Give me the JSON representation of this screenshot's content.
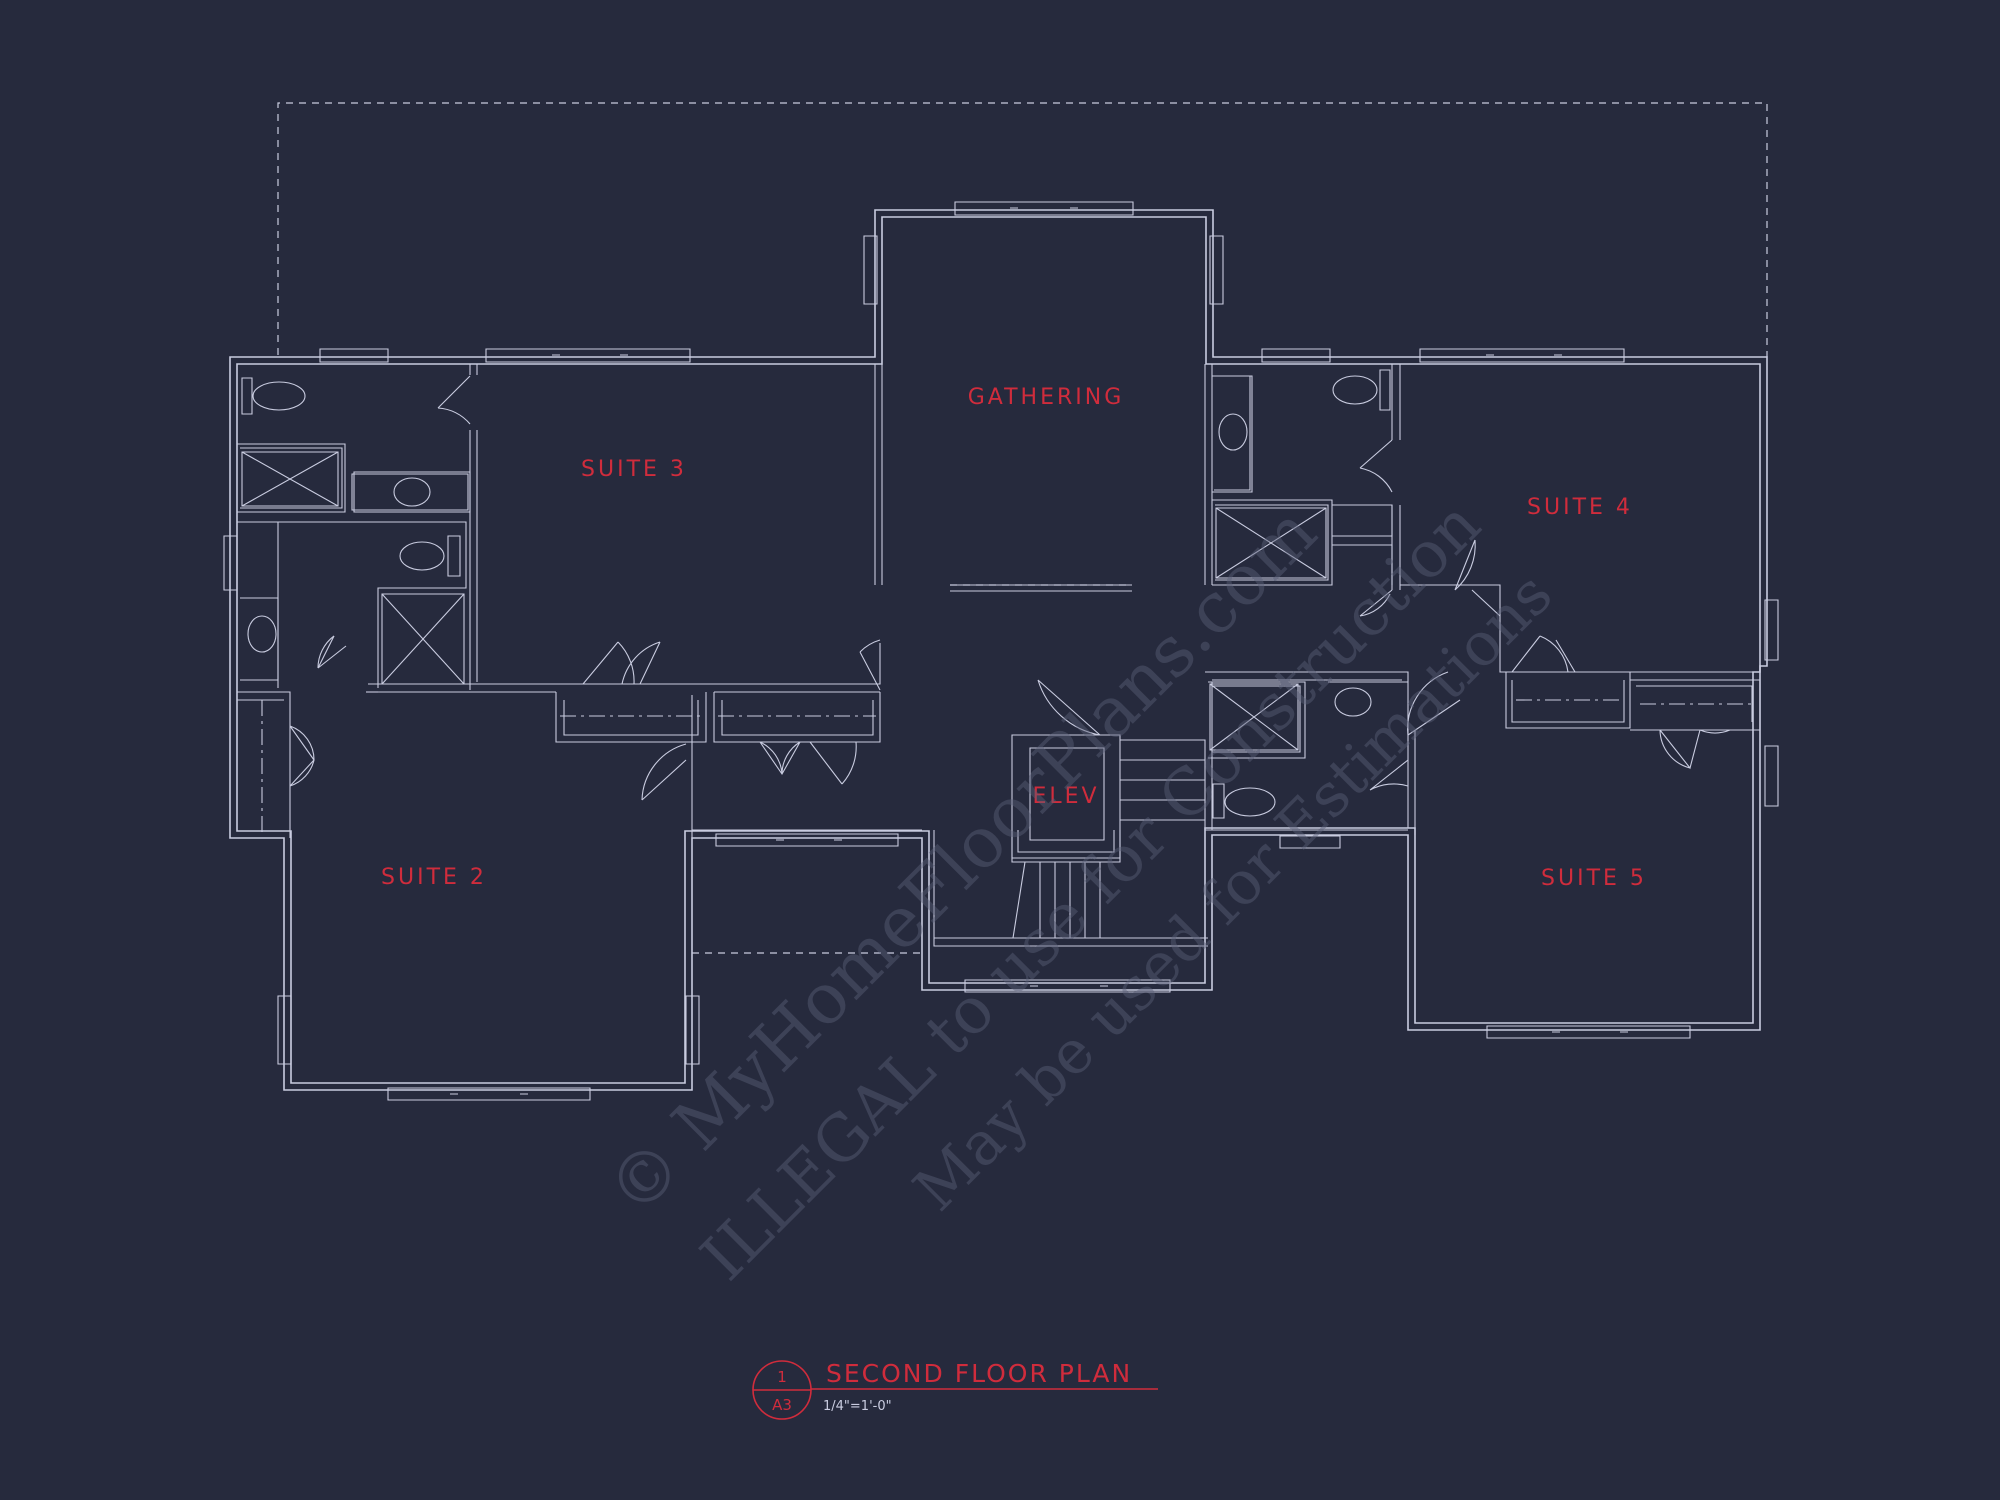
{
  "plan": {
    "rooms": [
      {
        "id": "gathering",
        "label": "GATHERING"
      },
      {
        "id": "suite3",
        "label": "SUITE 3"
      },
      {
        "id": "suite4",
        "label": "SUITE 4"
      },
      {
        "id": "suite2",
        "label": "SUITE 2"
      },
      {
        "id": "suite5",
        "label": "SUITE 5"
      },
      {
        "id": "elev",
        "label": "ELEV"
      }
    ],
    "title": {
      "text": "SECOND FLOOR PLAN",
      "scale": "1/4\"=1'-0\"",
      "bubble_top": "1",
      "bubble_bottom": "A3"
    },
    "watermark": {
      "line1": "© MyHomeFloorPlans.com",
      "line2": "ILLEGAL to use for Construction",
      "line3": "May be used for Estimations"
    }
  },
  "colors": {
    "background": "#262a3d",
    "linework": "#c9cce0",
    "label": "#d02c3c"
  }
}
